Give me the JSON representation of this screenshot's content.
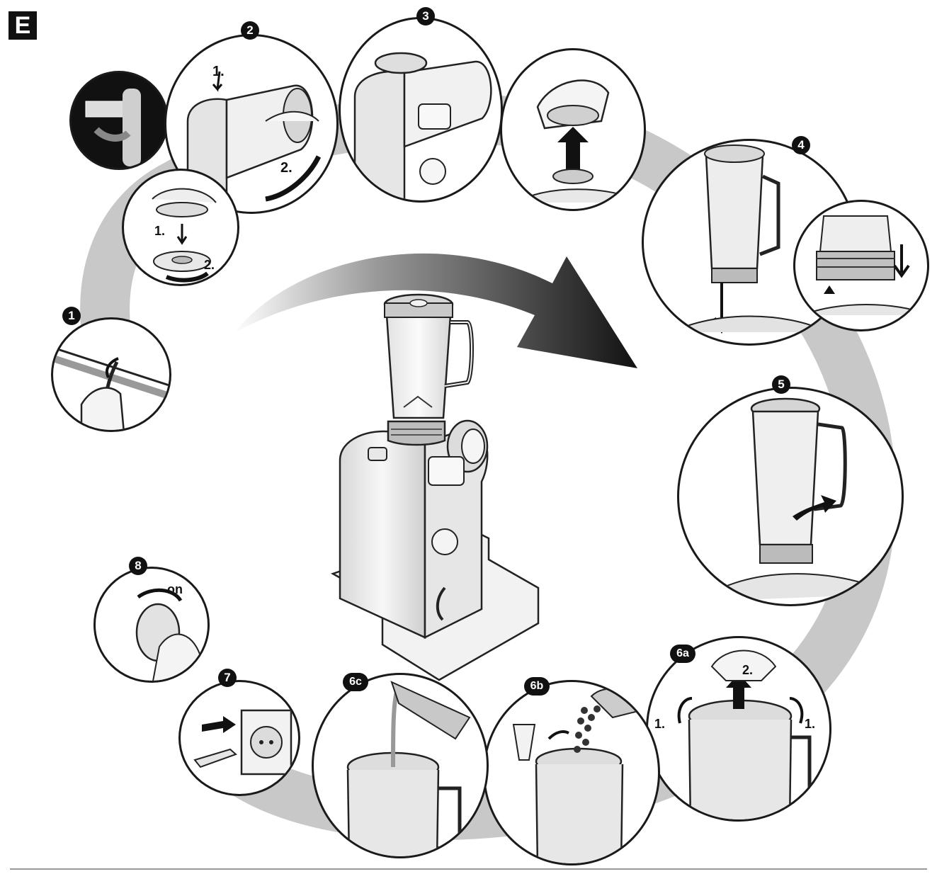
{
  "section": "E",
  "steps": [
    {
      "id": "1",
      "label": "1"
    },
    {
      "id": "2",
      "label": "2",
      "callouts": [
        "1.",
        "2.",
        "1.",
        "2."
      ]
    },
    {
      "id": "3",
      "label": "3"
    },
    {
      "id": "4",
      "label": "4"
    },
    {
      "id": "5",
      "label": "5"
    },
    {
      "id": "6a",
      "label": "6a",
      "callouts": [
        "2.",
        "1.",
        "1."
      ]
    },
    {
      "id": "6b",
      "label": "6b"
    },
    {
      "id": "6c",
      "label": "6c"
    },
    {
      "id": "7",
      "label": "7"
    },
    {
      "id": "8",
      "label": "8",
      "callouts": [
        "on"
      ]
    }
  ]
}
